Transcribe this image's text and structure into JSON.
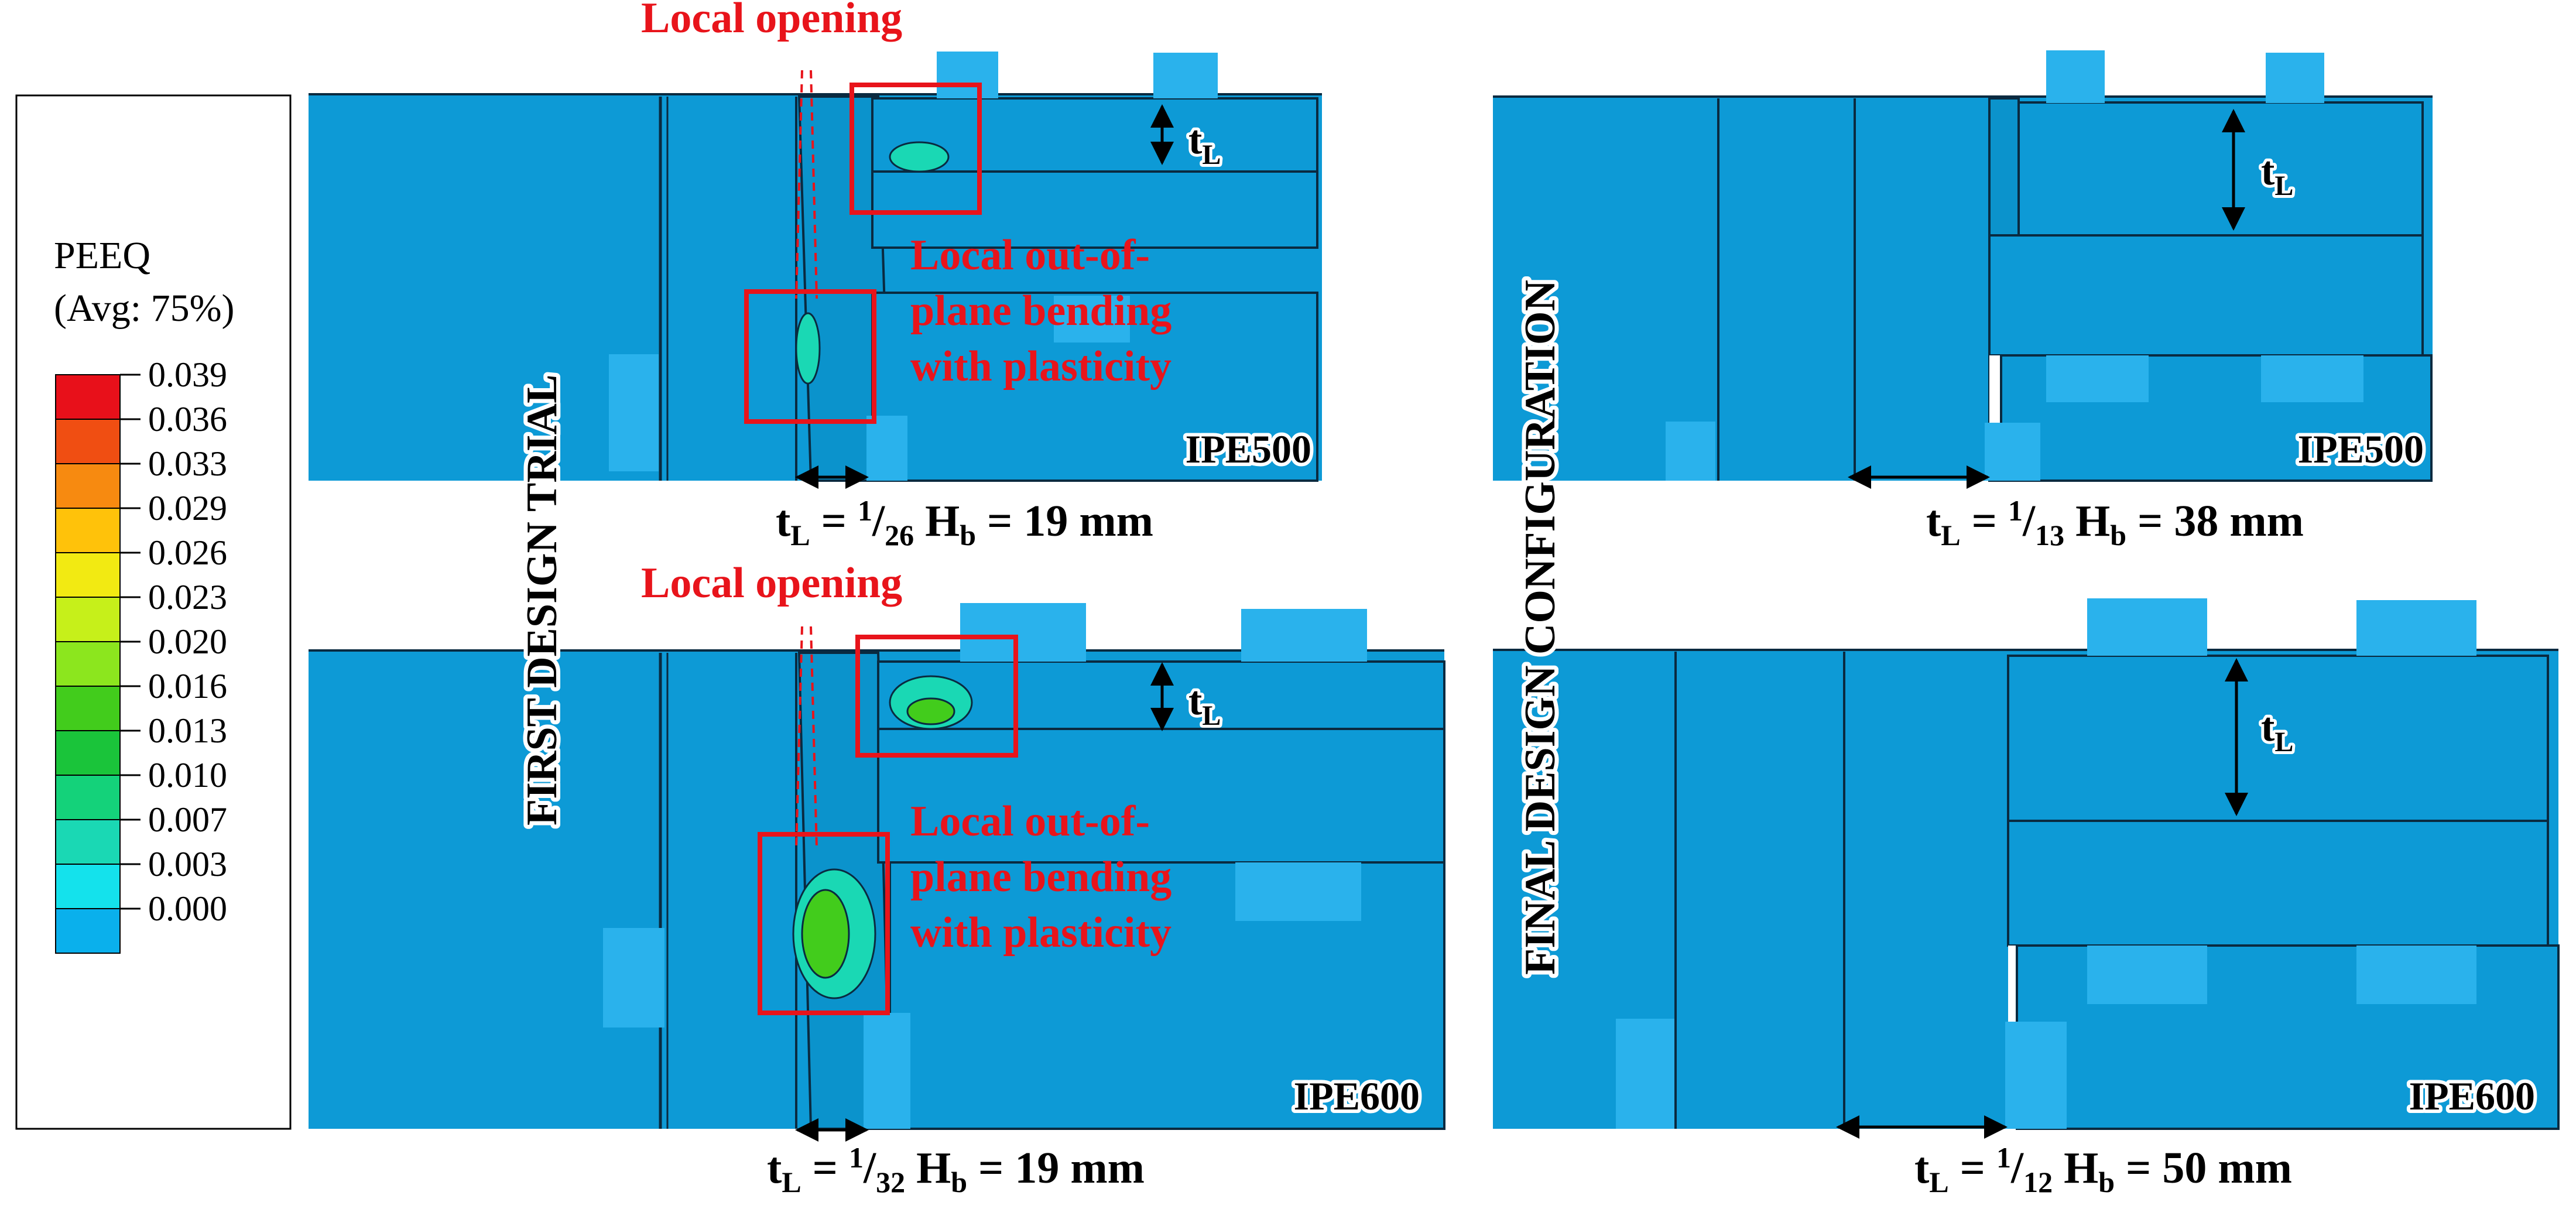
{
  "legend": {
    "title": "PEEQ",
    "subtitle": "(Avg: 75%)",
    "values": [
      "0.039",
      "0.036",
      "0.033",
      "0.029",
      "0.026",
      "0.023",
      "0.020",
      "0.016",
      "0.013",
      "0.010",
      "0.007",
      "0.003",
      "0.000"
    ],
    "colors": [
      "#e8101a",
      "#f04e12",
      "#f78a10",
      "#ffc20a",
      "#f2ea12",
      "#c6f01a",
      "#8ce61e",
      "#42cc1c",
      "#1ac43a",
      "#14d27a",
      "#1ad8b4",
      "#14e2ec",
      "#0ab0ec"
    ]
  },
  "colors": {
    "steel": "#0d9ad6",
    "steel_light": "#2ab2ec",
    "edge": "#0a2a40",
    "red": "#e8141b"
  },
  "side_labels": {
    "left": "FIRST DESIGN TRIAL",
    "right": "FINAL DESIGN CONFIGURATION"
  },
  "panels": {
    "tl": {
      "section": "IPE500",
      "annotation_top": "Local opening",
      "annotation_mid": [
        "Local out-of-",
        "plane bending",
        "with plasticity"
      ],
      "thickness": "t",
      "thickness_sub": "L",
      "caption": {
        "t": "t",
        "t_sub": "L",
        "eq1": " = ",
        "num": "1",
        "den": "26",
        "h": " H",
        "h_sub": "b",
        "rest": " = 19 mm"
      }
    },
    "tr": {
      "section": "IPE500",
      "thickness": "t",
      "thickness_sub": "L",
      "caption": {
        "t": "t",
        "t_sub": "L",
        "eq1": " = ",
        "num": "1",
        "den": "13",
        "h": " H",
        "h_sub": "b",
        "rest": " = 38 mm"
      }
    },
    "bl": {
      "section": "IPE600",
      "annotation_top": "Local opening",
      "annotation_mid": [
        "Local out-of-",
        "plane bending",
        "with plasticity"
      ],
      "thickness": "t",
      "thickness_sub": "L",
      "caption": {
        "t": "t",
        "t_sub": "L",
        "eq1": " = ",
        "num": "1",
        "den": "32",
        "h": " H",
        "h_sub": "b",
        "rest": " = 19 mm"
      }
    },
    "br": {
      "section": "IPE600",
      "thickness": "t",
      "thickness_sub": "L",
      "caption": {
        "t": "t",
        "t_sub": "L",
        "eq1": " = ",
        "num": "1",
        "den": "12",
        "h": " H",
        "h_sub": "b",
        "rest": " = 50 mm"
      }
    }
  }
}
